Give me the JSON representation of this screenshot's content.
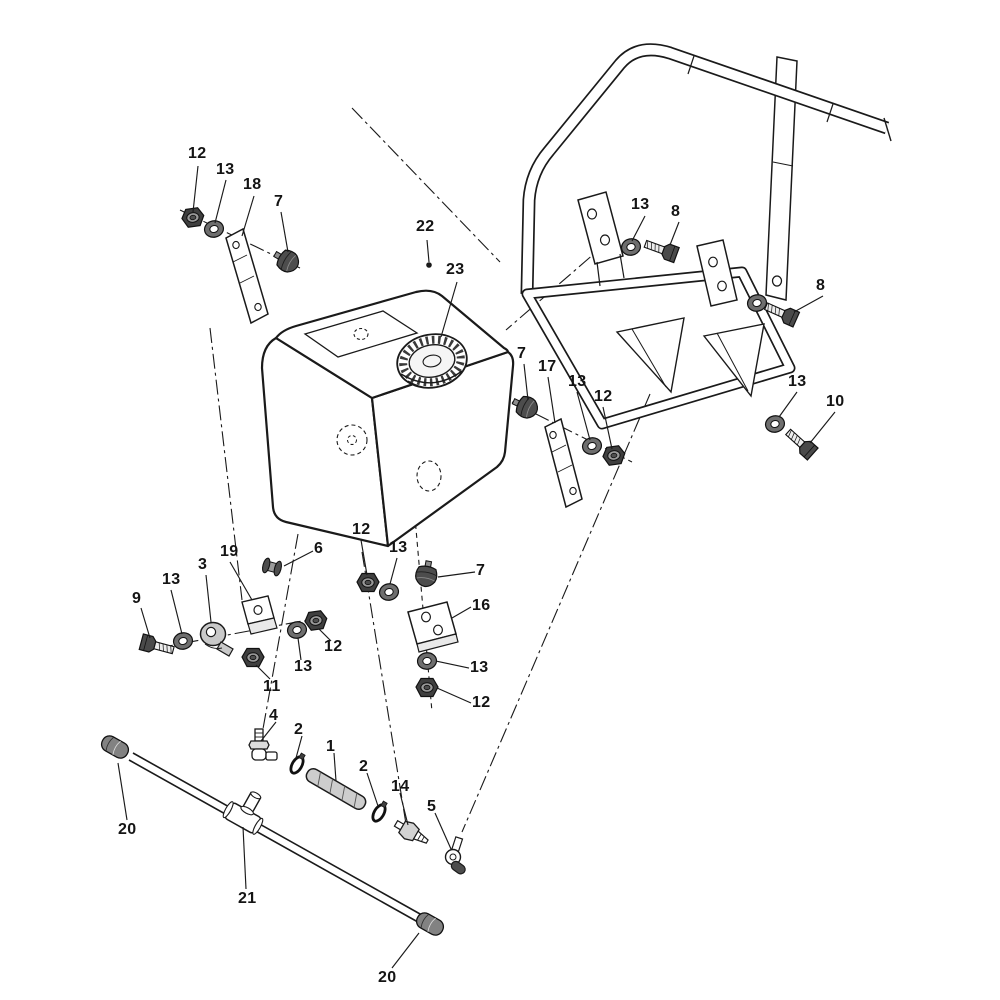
{
  "diagram": {
    "type": "exploded-parts-diagram",
    "background_color": "#ffffff",
    "line_color": "#1a1a1a",
    "label_color": "#141414"
  },
  "callouts": [
    {
      "label": "12"
    },
    {
      "label": "13"
    },
    {
      "label": "18"
    },
    {
      "label": "7"
    },
    {
      "label": "22"
    },
    {
      "label": "23"
    },
    {
      "label": "13"
    },
    {
      "label": "8"
    },
    {
      "label": "8"
    },
    {
      "label": "7"
    },
    {
      "label": "17"
    },
    {
      "label": "13"
    },
    {
      "label": "12"
    },
    {
      "label": "13"
    },
    {
      "label": "10"
    },
    {
      "label": "12"
    },
    {
      "label": "13"
    },
    {
      "label": "6"
    },
    {
      "label": "19"
    },
    {
      "label": "3"
    },
    {
      "label": "13"
    },
    {
      "label": "9"
    },
    {
      "label": "7"
    },
    {
      "label": "16"
    },
    {
      "label": "13"
    },
    {
      "label": "12"
    },
    {
      "label": "12"
    },
    {
      "label": "13"
    },
    {
      "label": "11"
    },
    {
      "label": "4"
    },
    {
      "label": "2"
    },
    {
      "label": "1"
    },
    {
      "label": "2"
    },
    {
      "label": "14"
    },
    {
      "label": "5"
    },
    {
      "label": "20"
    },
    {
      "label": "21"
    },
    {
      "label": "20"
    }
  ]
}
